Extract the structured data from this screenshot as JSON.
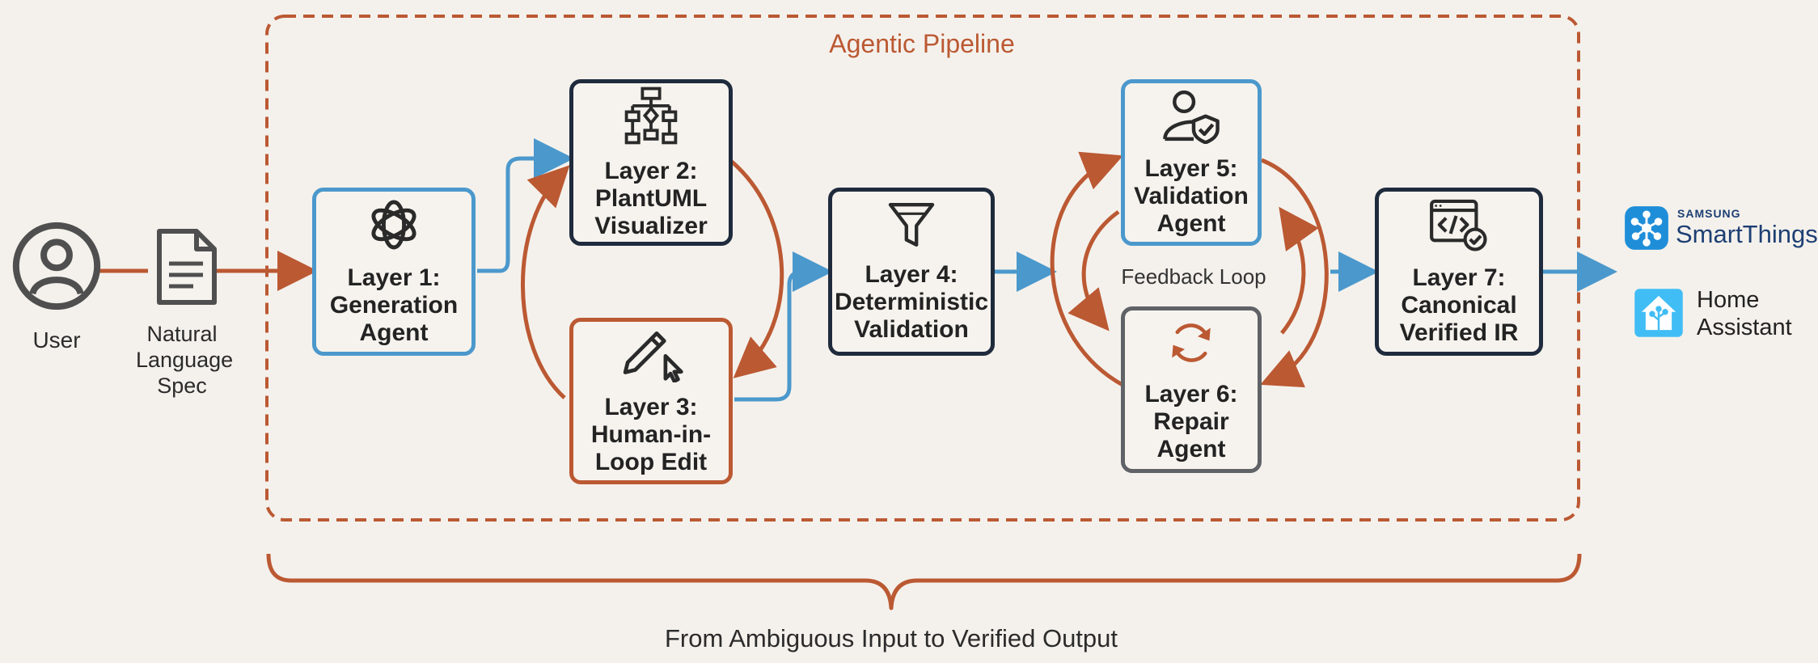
{
  "pipeline_title": "Agentic Pipeline",
  "user_label": "User",
  "spec_label": [
    "Natural",
    "Language",
    "Spec"
  ],
  "layers": {
    "l1": [
      "Layer 1:",
      "Generation",
      "Agent"
    ],
    "l2": [
      "Layer 2:",
      "PlantUML",
      "Visualizer"
    ],
    "l3": [
      "Layer 3:",
      "Human-in-",
      "Loop Edit"
    ],
    "l4": [
      "Layer 4:",
      "Deterministic",
      "Validation"
    ],
    "l5": [
      "Layer 5:",
      "Validation",
      "Agent"
    ],
    "l6": [
      "Layer 6:",
      "Repair",
      "Agent"
    ],
    "l7": [
      "Layer 7:",
      "Canonical",
      "Verified IR"
    ]
  },
  "feedback_label": "Feedback Loop",
  "targets": {
    "smartthings_brand": "SAMSUNG",
    "smartthings_name": "SmartThings",
    "home_assistant": [
      "Home",
      "Assistant"
    ]
  },
  "bottom_caption": "From Ambiguous Input to Verified Output",
  "colors": {
    "blue": "#4b98cc",
    "navy": "#1f2b3d",
    "rust": "#bb5933",
    "grey": "#5f6266",
    "background": "#f4f1ec"
  },
  "icons": {
    "user": "user-circle-icon",
    "spec": "document-icon",
    "l1": "openai-logo-icon",
    "l2": "flowchart-icon",
    "l3": "pencil-cursor-icon",
    "l4": "funnel-icon",
    "l5": "user-shield-icon",
    "l6": "refresh-icon",
    "l7": "code-check-icon",
    "smartthings": "smartthings-logo-icon",
    "home_assistant": "home-assistant-logo-icon"
  }
}
